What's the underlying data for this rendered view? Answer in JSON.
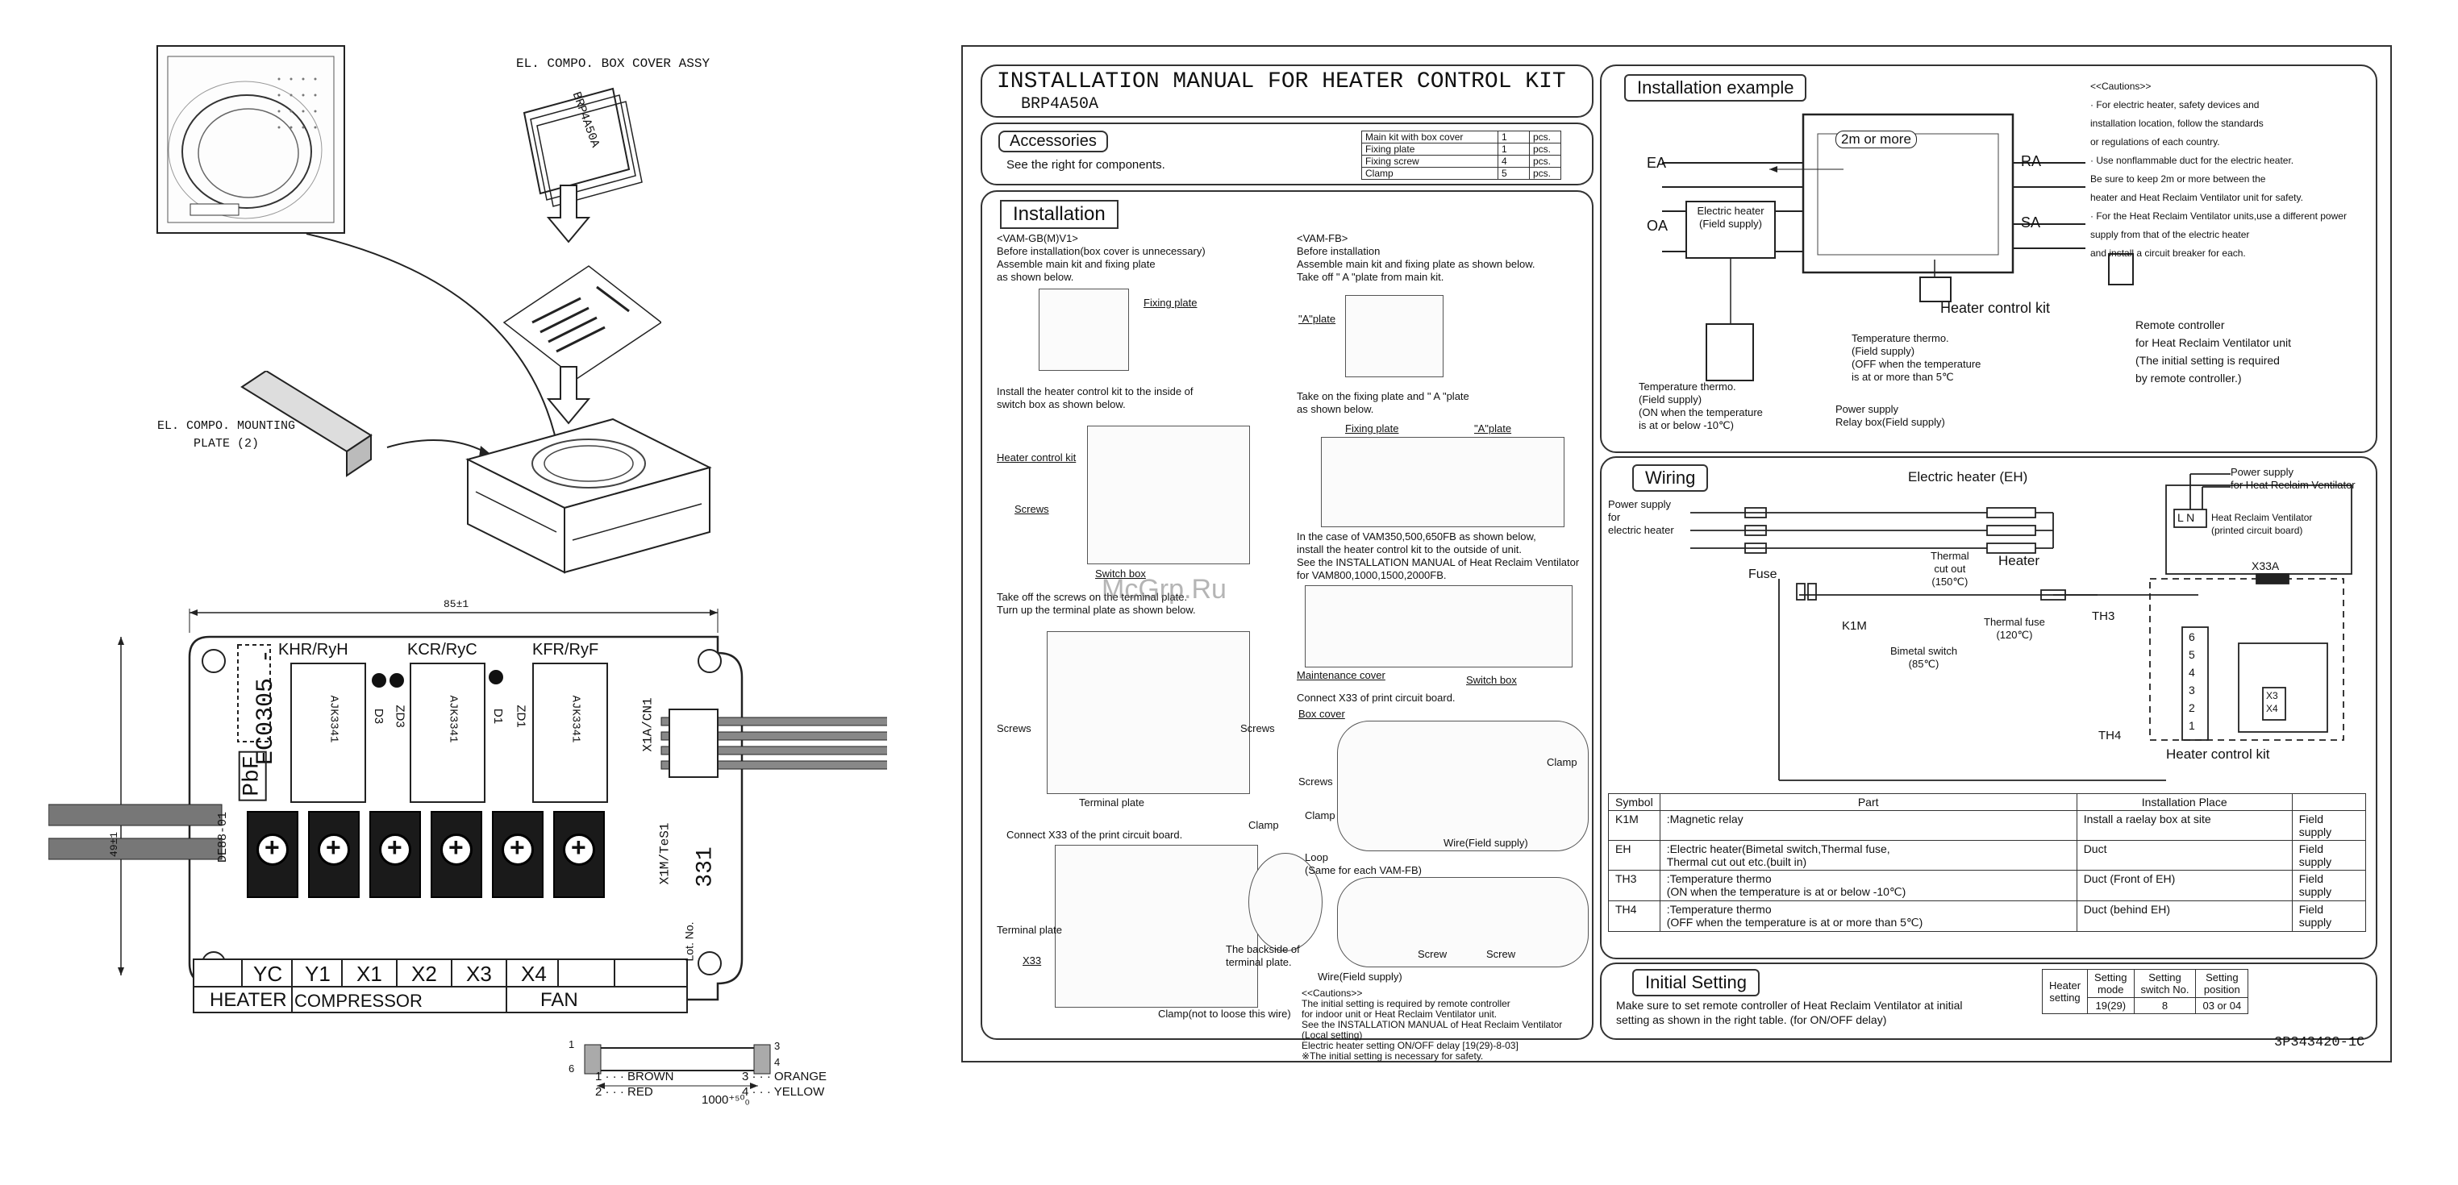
{
  "left": {
    "cover_assy": "EL. COMPO. BOX COVER ASSY",
    "cover_part": "BRP4A50A",
    "mounting_plate": "EL. COMPO. MOUNTING\nPLATE (2)",
    "dim_width": "85±1",
    "dim_height": "49±1",
    "relays": [
      "KHR/RyH",
      "KCR/RyC",
      "KFR/RyF"
    ],
    "relay_chip": "AJK3341",
    "d3": "D3",
    "zd3": "ZD3",
    "d1": "D1",
    "zd1": "ZD1",
    "pcb_code": "EC0305 -",
    "pbf": "PbF",
    "de88": "DE88-01",
    "x1acn1": "X1A/CN1",
    "x1m_tes1": "X1M/TeS1",
    "lot_no": "Lot. No.",
    "lot_val": "331",
    "terminals": [
      "YC",
      "Y1",
      "X1",
      "X2",
      "X3",
      "X4"
    ],
    "groups": [
      "HEATER",
      "COMPRESSOR",
      "FAN"
    ],
    "cable_len": "1000⁺⁵⁰₀",
    "pin1": "1",
    "pin6": "6",
    "pin3": "3",
    "pin4": "4",
    "wire_legend": [
      "1 · · · BROWN",
      "2 · · · RED",
      "3 · · · ORANGE",
      "4 · · · YELLOW"
    ]
  },
  "manual": {
    "title": "INSTALLATION MANUAL FOR HEATER CONTROL KIT",
    "model": "BRP4A50A",
    "accessories_title": "Accessories",
    "accessories_text": "See the right for components.",
    "acc_rows": [
      [
        "Main kit with box cover",
        "1",
        "pcs."
      ],
      [
        "Fixing plate",
        "1",
        "pcs."
      ],
      [
        "Fixing screw",
        "4",
        "pcs."
      ],
      [
        "Clamp",
        "5",
        "pcs."
      ]
    ],
    "installation_title": "Installation",
    "vam_gb": "<VAM-GB(M)V1>\nBefore installation(box cover is unnecessary)\nAssemble main kit and fixing plate\nas shown below.",
    "fixing_plate": "Fixing plate",
    "install_inside": "Install the heater control kit to the inside of\nswitch box as shown below.",
    "heater_control_kit_lbl": "Heater control kit",
    "screws": "Screws",
    "switch_box": "Switch box",
    "take_off": "Take off the screws on the terminal plate.\nTurn up the terminal plate as shown below.",
    "terminal_plate": "Terminal plate",
    "connect_x33": "Connect X33 of the print circuit board.",
    "clamp": "Clamp",
    "x33": "X33",
    "backside": "The backside of\nterminal plate.",
    "clamp_note": "Clamp(not to loose this wire)",
    "vam_fb": "<VAM-FB>\nBefore installation\nAssemble main kit and fixing plate as shown below.\nTake off \" A \"plate from main kit.",
    "a_plate": "\"A\"plate",
    "take_on": "Take on the fixing plate and \" A \"plate\nas shown below.",
    "case_vam": "In the case of VAM350,500,650FB as shown below,\ninstall the heater control kit to the outside of unit.\nSee the INSTALLATION MANUAL of Heat Reclaim Ventilator\nfor VAM800,1000,1500,2000FB.",
    "maintenance_cover": "Maintenance cover",
    "connect_x33_2": "Connect X33 of print circuit board.",
    "box_cover": "Box cover",
    "loop": "Loop\n(Same for each VAM-FB)",
    "wire_field": "Wire(Field supply)",
    "screw": "Screw",
    "cautions2": "<<Cautions>>\nThe initial setting is required by remote controller\nfor indoor unit or Heat Reclaim Ventilator unit.\nSee the INSTALLATION MANUAL of Heat Reclaim Ventilator\n(Local setting)\nElectric heater setting ON/OFF delay [19(29)-8-03]\n※The initial setting is necessary for safety.",
    "example_title": "Installation example",
    "two_m": "2m or more",
    "ea": "EA",
    "oa": "OA",
    "ra": "RA",
    "sa": "SA",
    "electric_heater_fs": "Electric heater\n(Field supply)",
    "temp_thermo_on": "Temperature thermo.\n(Field supply)\n(ON when the temperature\nis at or below -10℃)",
    "temp_thermo_off": "Temperature thermo.\n(Field supply)\n(OFF when the temperature\nis at or more than 5℃",
    "power_supply_relay": "Power supply\nRelay box(Field supply)",
    "heater_control_kit": "Heater control kit",
    "remote_controller": "Remote controller\nfor Heat Reclaim Ventilator unit\n(The initial setting is required\nby remote controller.)",
    "cautions": "<<Cautions>>\n· For electric heater, safety devices and\n  installation location, follow the standards\n  or regulations of each country.\n· Use nonflammable duct for the electric heater.\n  Be sure to keep 2m or more between the\n  heater and Heat Reclaim Ventilator unit for safety.\n· For the Heat Reclaim Ventilator units,use a different power\n  supply from that of the electric heater\n  and install a circuit breaker for each.",
    "wiring_title": "Wiring",
    "power_supply_eh": "Power supply\nfor\nelectric heater",
    "electric_heater_eh": "Electric heater (EH)",
    "fuse": "Fuse",
    "k1m": "K1M",
    "thermal_cutout": "Thermal\ncut out\n(150℃)",
    "heater": "Heater",
    "bimetal": "Bimetal switch\n(85℃)",
    "thermal_fuse": "Thermal fuse\n(120℃)",
    "power_supply_hrv": "Power supply\nfor Heat Reclaim Ventilator",
    "hrv_board": "Heat Reclaim Ventilator\n(printed circuit board)",
    "l_n": "L N",
    "x33a": "X33A",
    "th3": "TH3",
    "th4": "TH4",
    "x3": "X3",
    "x4": "X4",
    "pins": [
      "6",
      "5",
      "4",
      "3",
      "2",
      "1"
    ],
    "hck_label": "Heater control kit",
    "sym_headers": [
      "Symbol",
      "Part",
      "Installation Place",
      ""
    ],
    "sym_rows": [
      [
        "K1M",
        ":Magnetic relay",
        "Install a raelay box at site",
        "Field supply"
      ],
      [
        "EH",
        ":Electric heater(Bimetal switch,Thermal fuse,\n Thermal cut out etc.(built in)",
        "Duct",
        "Field supply"
      ],
      [
        "TH3",
        ":Temperature thermo\n (ON when the temperature is at or below -10℃)",
        "Duct (Front of EH)",
        "Field supply"
      ],
      [
        "TH4",
        ":Temperature thermo\n (OFF when the temperature is at or more than 5℃)",
        "Duct (behind EH)",
        "Field supply"
      ]
    ],
    "initial_title": "Initial Setting",
    "initial_text": "Make sure to set remote controller of Heat Reclaim Ventilator at initial\nsetting as shown in the right table. (for ON/OFF delay)",
    "init_headers": [
      "Setting\nmode",
      "Setting\nswitch No.",
      "Setting\nposition"
    ],
    "init_row_label": "Heater\nsetting",
    "init_values": [
      "19(29)",
      "8",
      "03 or 04"
    ],
    "doc_code": "3P343420-1C"
  },
  "watermark": "McGrp.Ru"
}
